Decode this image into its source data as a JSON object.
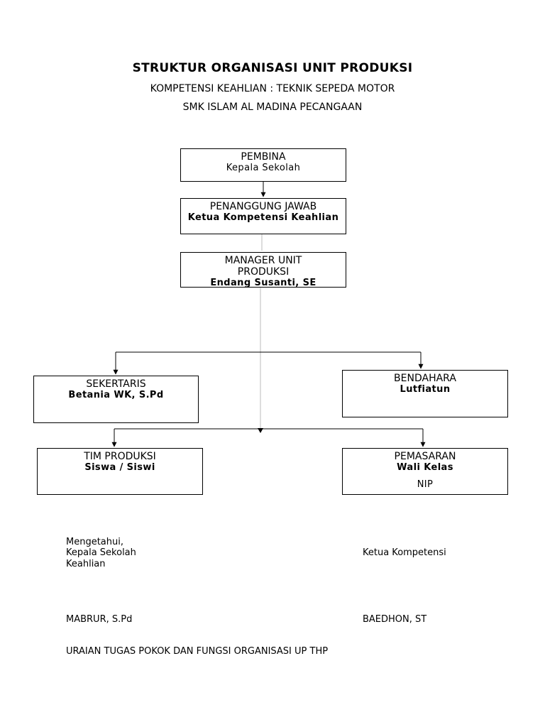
{
  "header": {
    "title": "STRUKTUR ORGANISASI UNIT PRODUKSI",
    "subtitle1": "KOMPETENSI KEAHLIAN : TEKNIK SEPEDA MOTOR",
    "subtitle2": "SMK ISLAM AL MADINA PECANGAAN"
  },
  "org": {
    "pembina": {
      "role": "PEMBINA",
      "name": "Kepala Sekolah"
    },
    "penanggung": {
      "role": "PENANGGUNG JAWAB",
      "name": "Ketua Kompetensi Keahlian"
    },
    "manager": {
      "role": "MANAGER UNIT PRODUKSI",
      "name": "Endang Susanti, SE"
    },
    "sekertaris": {
      "role": "SEKERTARIS",
      "name": "Betania WK, S.Pd"
    },
    "bendahara": {
      "role": "BENDAHARA",
      "name": "Lutfiatun"
    },
    "tim": {
      "role": "TIM PRODUKSI",
      "name": "Siswa / Siswi"
    },
    "pemasaran": {
      "role": "PEMASARAN",
      "name": "Wali Kelas",
      "nip": "NIP"
    }
  },
  "footer": {
    "mengetahui": "Mengetahui,",
    "kepala": "Kepala Sekolah",
    "keahlian": "Keahlian",
    "ketua": "Ketua Kompetensi",
    "sign_left": "MABRUR,  S.Pd",
    "sign_right": "BAEDHON, ST",
    "uraian": "URAIAN TUGAS POKOK DAN FUNGSI ORGANISASI UP THP"
  }
}
